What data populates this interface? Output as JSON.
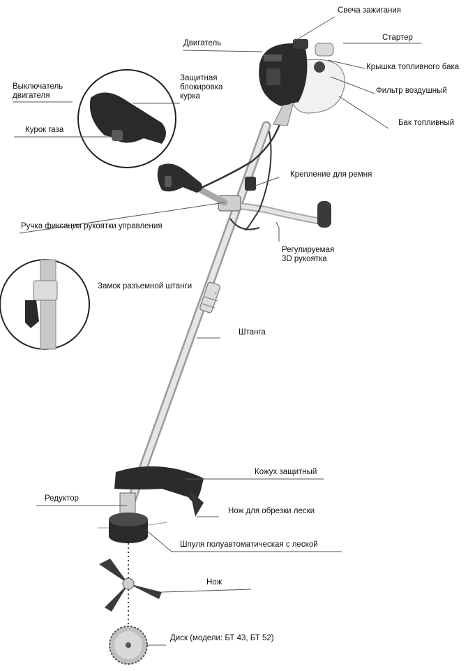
{
  "labels": {
    "spark_plug": "Свеча зажигания",
    "engine": "Двигатель",
    "starter": "Стартер",
    "fuel_cap": "Крышка топливного бака",
    "engine_switch": "Выключатель двигателя",
    "trigger_lock": "Защитная блокировка курка",
    "air_filter": "Фильтр воздушный",
    "fuel_tank": "Бак топливный",
    "throttle": "Курок газа",
    "strap_mount": "Крепление для ремня",
    "handle_lock": "Ручка фиксации рукоятки управления",
    "handle_3d": "Регулируемая 3D рукоятка",
    "shaft_lock": "Замок разъемной штанги",
    "shaft": "Штанга",
    "guard": "Кожух защитный",
    "gearbox": "Редуктор",
    "line_cutter": "Нож для обрезки лески",
    "spool": "Шпуля полуавтоматическая с леской",
    "knife": "Нож",
    "disc": "Диск (модели: БТ 43, БТ 52)"
  },
  "colors": {
    "line": "#555555",
    "shaft": "#d7d7d7",
    "engine_body": "#2a2a2a",
    "tank": "#f2f2f2",
    "text": "#111111"
  }
}
